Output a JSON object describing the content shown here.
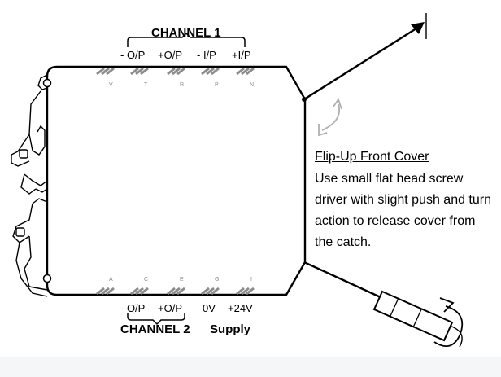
{
  "top": {
    "channel_label": "CHANNEL 1",
    "signals": [
      "- O/P",
      "+O/P",
      "- I/P",
      "+I/P"
    ],
    "terminals": [
      "V",
      "T",
      "R",
      "P",
      "N"
    ]
  },
  "bottom": {
    "terminals": [
      "A",
      "C",
      "E",
      "G",
      "I"
    ],
    "signals": [
      "- O/P",
      "+O/P",
      "0V",
      "+24V"
    ],
    "channel_label": "CHANNEL 2",
    "supply_label": "Supply"
  },
  "note": {
    "title": "Flip-Up Front Cover",
    "body": "Use small flat head screw driver with slight push and turn action to release cover from the catch."
  },
  "colors": {
    "line": "#000000",
    "stripe": "#8c8c8c",
    "arrow": "#b0b0b0",
    "background_strip": "#f5f6f8"
  }
}
